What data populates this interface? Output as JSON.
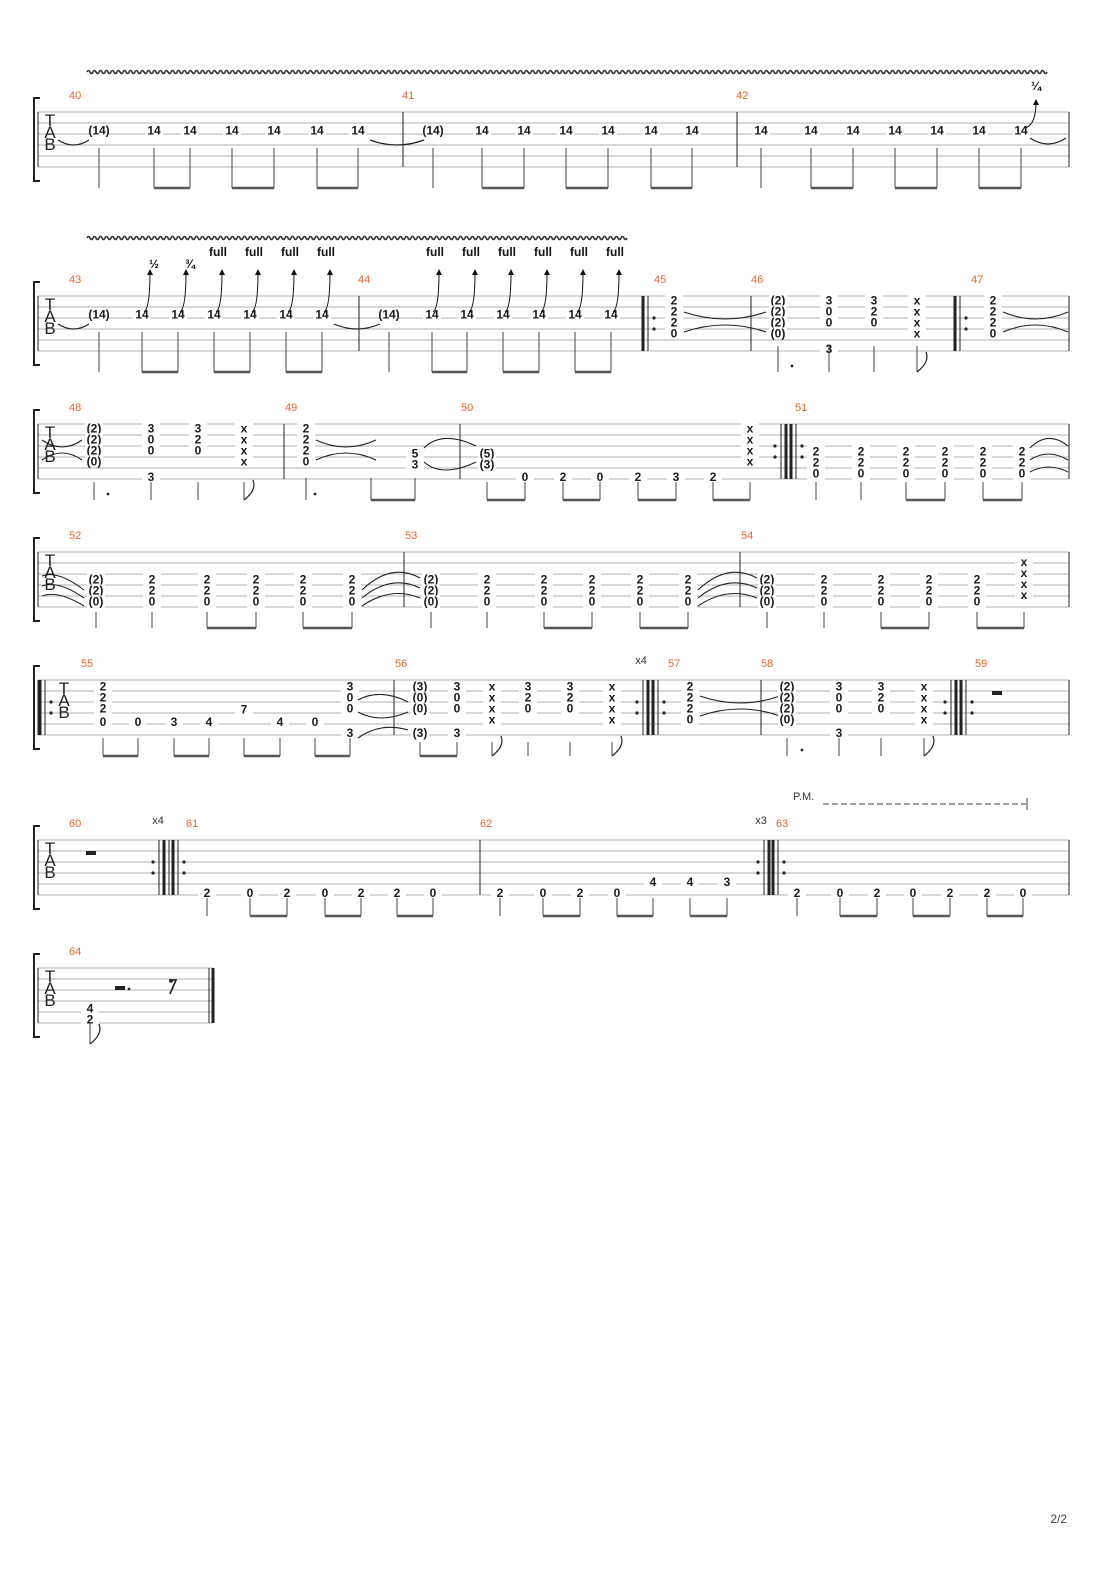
{
  "page": {
    "number": "2/2"
  },
  "clef_letters": [
    "T",
    "A",
    "B"
  ],
  "annotations": {
    "palm_mute": "P.M.",
    "repeat_x4": "x4",
    "repeat_x3": "x3"
  },
  "bend_labels": {
    "quarter": "¼",
    "half": "½",
    "three_quarter": "¾",
    "full": "full"
  },
  "systems": [
    {
      "measures": [
        {
          "number": "40",
          "frets": [
            "(14)",
            "14",
            "14",
            "14",
            "14",
            "14",
            "14"
          ]
        },
        {
          "number": "41",
          "frets": [
            "(14)",
            "14",
            "14",
            "14",
            "14",
            "14",
            "14"
          ]
        },
        {
          "number": "42",
          "frets": [
            "14",
            "14",
            "14",
            "14",
            "14",
            "14",
            "14"
          ]
        }
      ]
    },
    {
      "measures": [
        {
          "number": "43",
          "frets": [
            "(14)",
            "14",
            "14",
            "14",
            "14",
            "14",
            "14"
          ]
        },
        {
          "number": "44",
          "frets": [
            "(14)",
            "14",
            "14",
            "14",
            "14",
            "14",
            "14"
          ]
        },
        {
          "number": "45",
          "frets": [
            "2",
            "2",
            "2",
            "0"
          ]
        },
        {
          "number": "46",
          "frets": [
            "(2)",
            "(2)",
            "(2)",
            "(0)",
            "3",
            "0",
            "0",
            "3",
            "3",
            "2",
            "0",
            "x",
            "x",
            "x",
            "x"
          ]
        },
        {
          "number": "47",
          "frets": [
            "2",
            "2",
            "2",
            "0"
          ]
        }
      ]
    },
    {
      "measures": [
        {
          "number": "48",
          "frets": [
            "(2)",
            "(2)",
            "(2)",
            "(0)",
            "3",
            "0",
            "0",
            "3",
            "3",
            "2",
            "0",
            "x",
            "x",
            "x",
            "x"
          ]
        },
        {
          "number": "49",
          "frets": [
            "2",
            "2",
            "2",
            "0",
            "5",
            "3"
          ]
        },
        {
          "number": "50",
          "frets": [
            "(5)",
            "(3)",
            "0",
            "2",
            "0",
            "2",
            "3",
            "2",
            "x",
            "x",
            "x",
            "x"
          ]
        },
        {
          "number": "51",
          "frets": [
            "2",
            "2",
            "0",
            "2",
            "2",
            "0",
            "2",
            "2",
            "0",
            "2",
            "2",
            "0",
            "2",
            "2",
            "0",
            "2",
            "2",
            "0"
          ]
        }
      ]
    },
    {
      "measures": [
        {
          "number": "52",
          "frets": [
            "(2)",
            "(2)",
            "(0)",
            "2",
            "2",
            "0",
            "2",
            "2",
            "0",
            "2",
            "2",
            "0",
            "2",
            "2",
            "0",
            "2",
            "2",
            "0"
          ]
        },
        {
          "number": "53",
          "frets": [
            "(2)",
            "(2)",
            "(0)",
            "2",
            "2",
            "0",
            "2",
            "2",
            "0",
            "2",
            "2",
            "0",
            "2",
            "2",
            "0",
            "2",
            "2",
            "0"
          ]
        },
        {
          "number": "54",
          "frets": [
            "(2)",
            "(2)",
            "(0)",
            "2",
            "2",
            "0",
            "2",
            "2",
            "0",
            "2",
            "2",
            "0",
            "2",
            "2",
            "0",
            "x",
            "x",
            "x",
            "x"
          ]
        }
      ]
    },
    {
      "measures": [
        {
          "number": "55",
          "frets": [
            "2",
            "2",
            "2",
            "0",
            "0",
            "3",
            "4",
            "7",
            "4",
            "0",
            "3",
            "0",
            "0",
            "3"
          ]
        },
        {
          "number": "56",
          "frets": [
            "(3)",
            "(0)",
            "(0)",
            "(3)",
            "3",
            "0",
            "0",
            "3",
            "x",
            "x",
            "x",
            "x",
            "3",
            "2",
            "0",
            "3",
            "2",
            "0",
            "x",
            "x",
            "x",
            "x"
          ]
        },
        {
          "number": "57",
          "frets": [
            "2",
            "2",
            "2",
            "0"
          ]
        },
        {
          "number": "58",
          "frets": [
            "(2)",
            "(2)",
            "(2)",
            "(0)",
            "3",
            "0",
            "0",
            "3",
            "3",
            "2",
            "0",
            "x",
            "x",
            "x",
            "x"
          ]
        },
        {
          "number": "59",
          "frets": []
        }
      ]
    },
    {
      "measures": [
        {
          "number": "60",
          "frets": []
        },
        {
          "number": "61",
          "frets": [
            "2",
            "0",
            "2",
            "0",
            "2",
            "2",
            "0"
          ]
        },
        {
          "number": "62",
          "frets": [
            "2",
            "0",
            "2",
            "0",
            "4",
            "4",
            "3"
          ]
        },
        {
          "number": "63",
          "frets": [
            "2",
            "0",
            "2",
            "0",
            "2",
            "2",
            "0"
          ]
        }
      ]
    },
    {
      "measures": [
        {
          "number": "64",
          "frets": [
            "4",
            "2"
          ]
        }
      ]
    }
  ]
}
